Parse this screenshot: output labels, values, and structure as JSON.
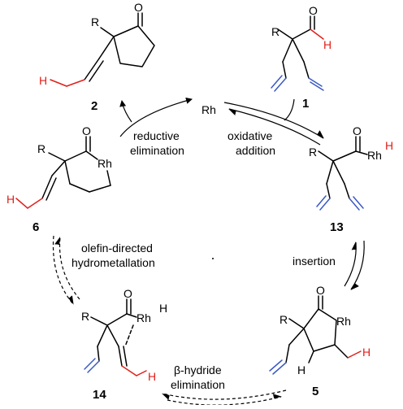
{
  "center": {
    "metal": "Rh"
  },
  "steps": {
    "reductive": [
      "reductive",
      "elimination"
    ],
    "oxidative": [
      "oxidative",
      "addition"
    ],
    "insertion": "insertion",
    "hydrometallation": [
      "olefin-directed",
      "hydrometallation"
    ],
    "beta": [
      "β-hydride",
      "elimination"
    ]
  },
  "compounds": [
    {
      "id": "2"
    },
    {
      "id": "1"
    },
    {
      "id": "6"
    },
    {
      "id": "13"
    },
    {
      "id": "14"
    },
    {
      "id": "5"
    }
  ],
  "atoms": {
    "R": "R",
    "O": "O",
    "H": "H",
    "Rh": "Rh"
  },
  "colors": {
    "red": "#e0201b",
    "blue": "#3a59c4"
  }
}
